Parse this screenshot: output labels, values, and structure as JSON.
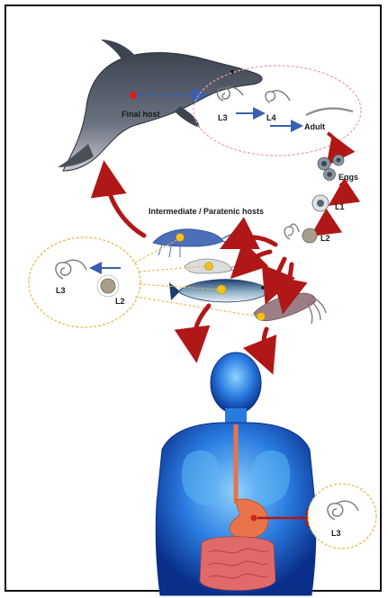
{
  "labels": {
    "final_host": "Final host",
    "adult": "Adult",
    "eggs": "Eggs",
    "l1": "L1",
    "l2": "L2",
    "l3": "L3",
    "l4": "L4",
    "intermediate_hosts": "Intermediate / Paratenic hosts",
    "left_l3": "L3",
    "left_l2": "L2",
    "human_l3": "L3"
  },
  "colors": {
    "cycle_arrow": "#b01818",
    "stage_arrow": "#3a5fb0",
    "dashed_circle": "#e8a0a8",
    "host_circle": "#e0b84a",
    "human_body": "#2a7be0",
    "stomach": "#e8744a",
    "intestine": "#e06a6a",
    "larva_marker": "#f2c21a"
  }
}
